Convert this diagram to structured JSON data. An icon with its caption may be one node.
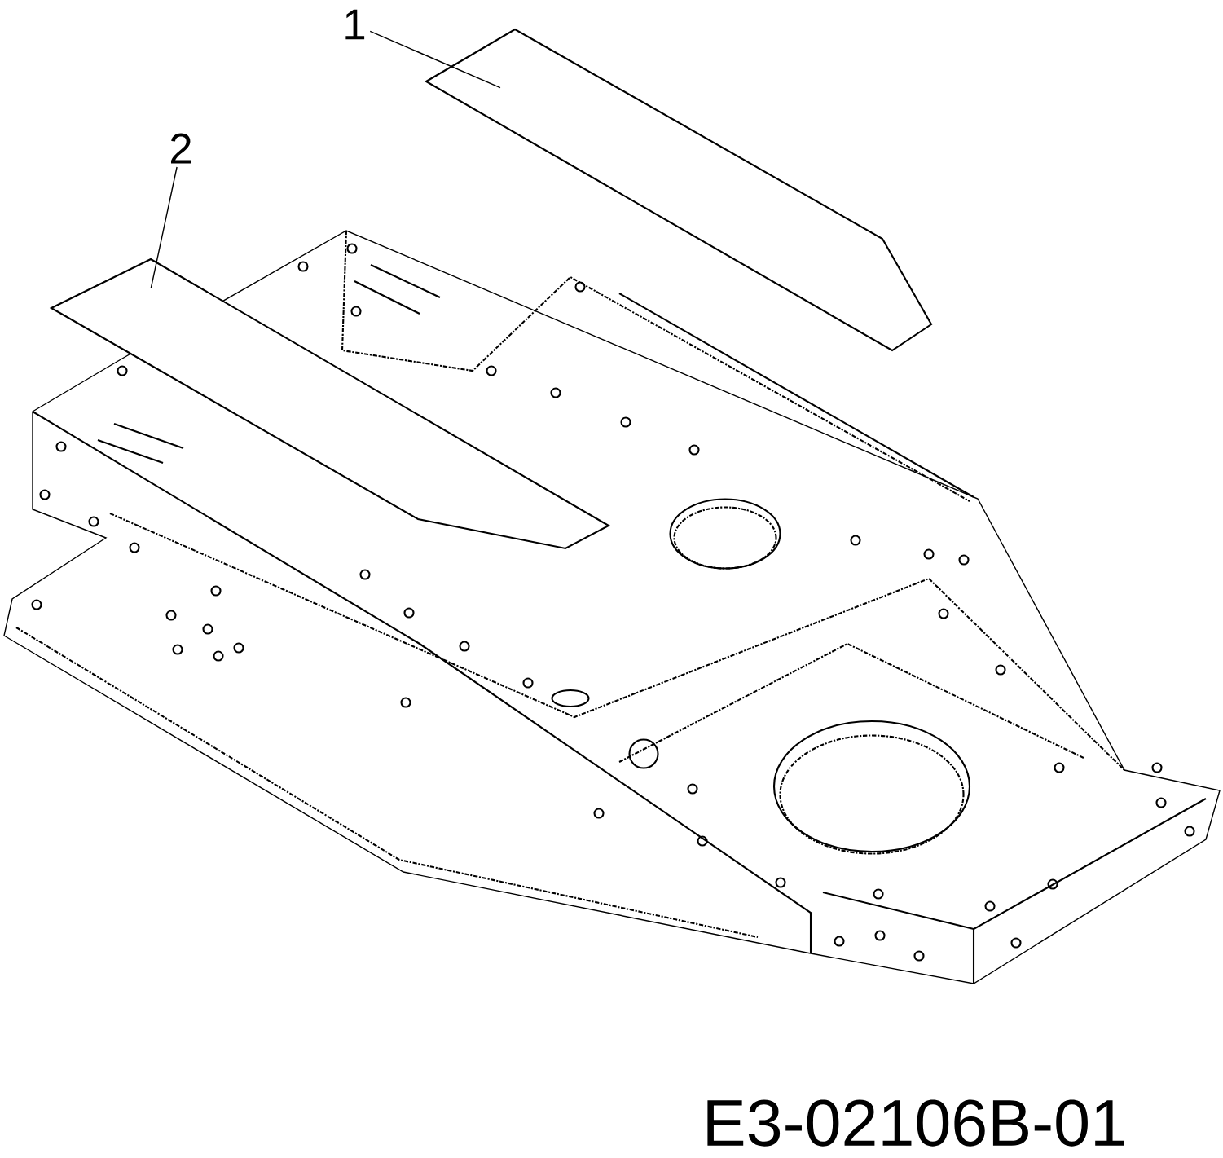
{
  "diagram": {
    "nodes": [
      {
        "text": [
          "1"
        ]
      },
      {
        "text": [],
        "shape": "picture"
      },
      {
        "text": [
          "2"
        ]
      },
      {
        "text": [],
        "shape": "picture"
      }
    ],
    "edges": [
      {
        "from": 0,
        "to": 1,
        "arrow": "none"
      },
      {
        "from": 2,
        "to": 3,
        "arrow": "none"
      }
    ],
    "labels": [
      "E3-02106B-01"
    ]
  }
}
